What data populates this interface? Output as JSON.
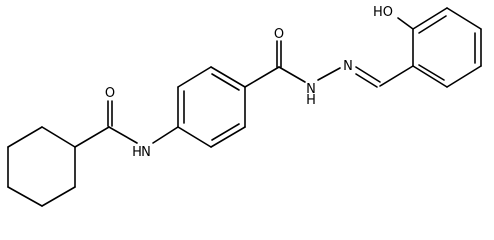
{
  "molecule": {
    "labels": {
      "carbonyl_o_left": "O",
      "amide_nh": "N",
      "amide_h": "H",
      "carbonyl_o_right": "O",
      "hydrazide_n": "N",
      "hydrazide_h": "H",
      "imine_n": "N",
      "hydroxyl": "HO"
    },
    "colors": {
      "bond": "#000000",
      "text": "#000000",
      "background": "#ffffff"
    }
  }
}
